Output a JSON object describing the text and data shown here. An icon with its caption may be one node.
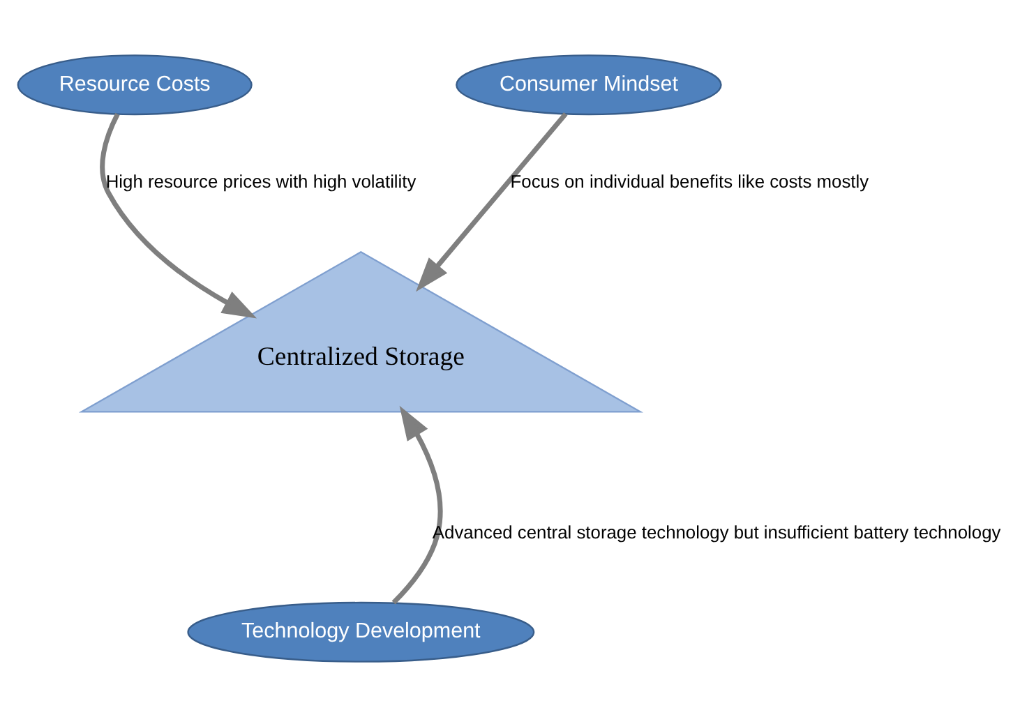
{
  "diagram": {
    "nodes": [
      {
        "text": [
          "Resource Costs"
        ]
      },
      {
        "text": [
          "Consumer Mindset"
        ]
      },
      {
        "text": [
          "Centralized Storage"
        ]
      },
      {
        "text": [
          "Technology Development"
        ]
      }
    ],
    "edges": [
      {
        "from": 0,
        "to": 2,
        "arrow": "to",
        "label": "High resource prices with high volatility"
      },
      {
        "from": 1,
        "to": 2,
        "arrow": "to",
        "label": "Focus on individual benefits like costs mostly"
      },
      {
        "from": 3,
        "to": 2,
        "arrow": "to",
        "label": "Advanced central storage technology but insufficient battery technology"
      }
    ]
  }
}
